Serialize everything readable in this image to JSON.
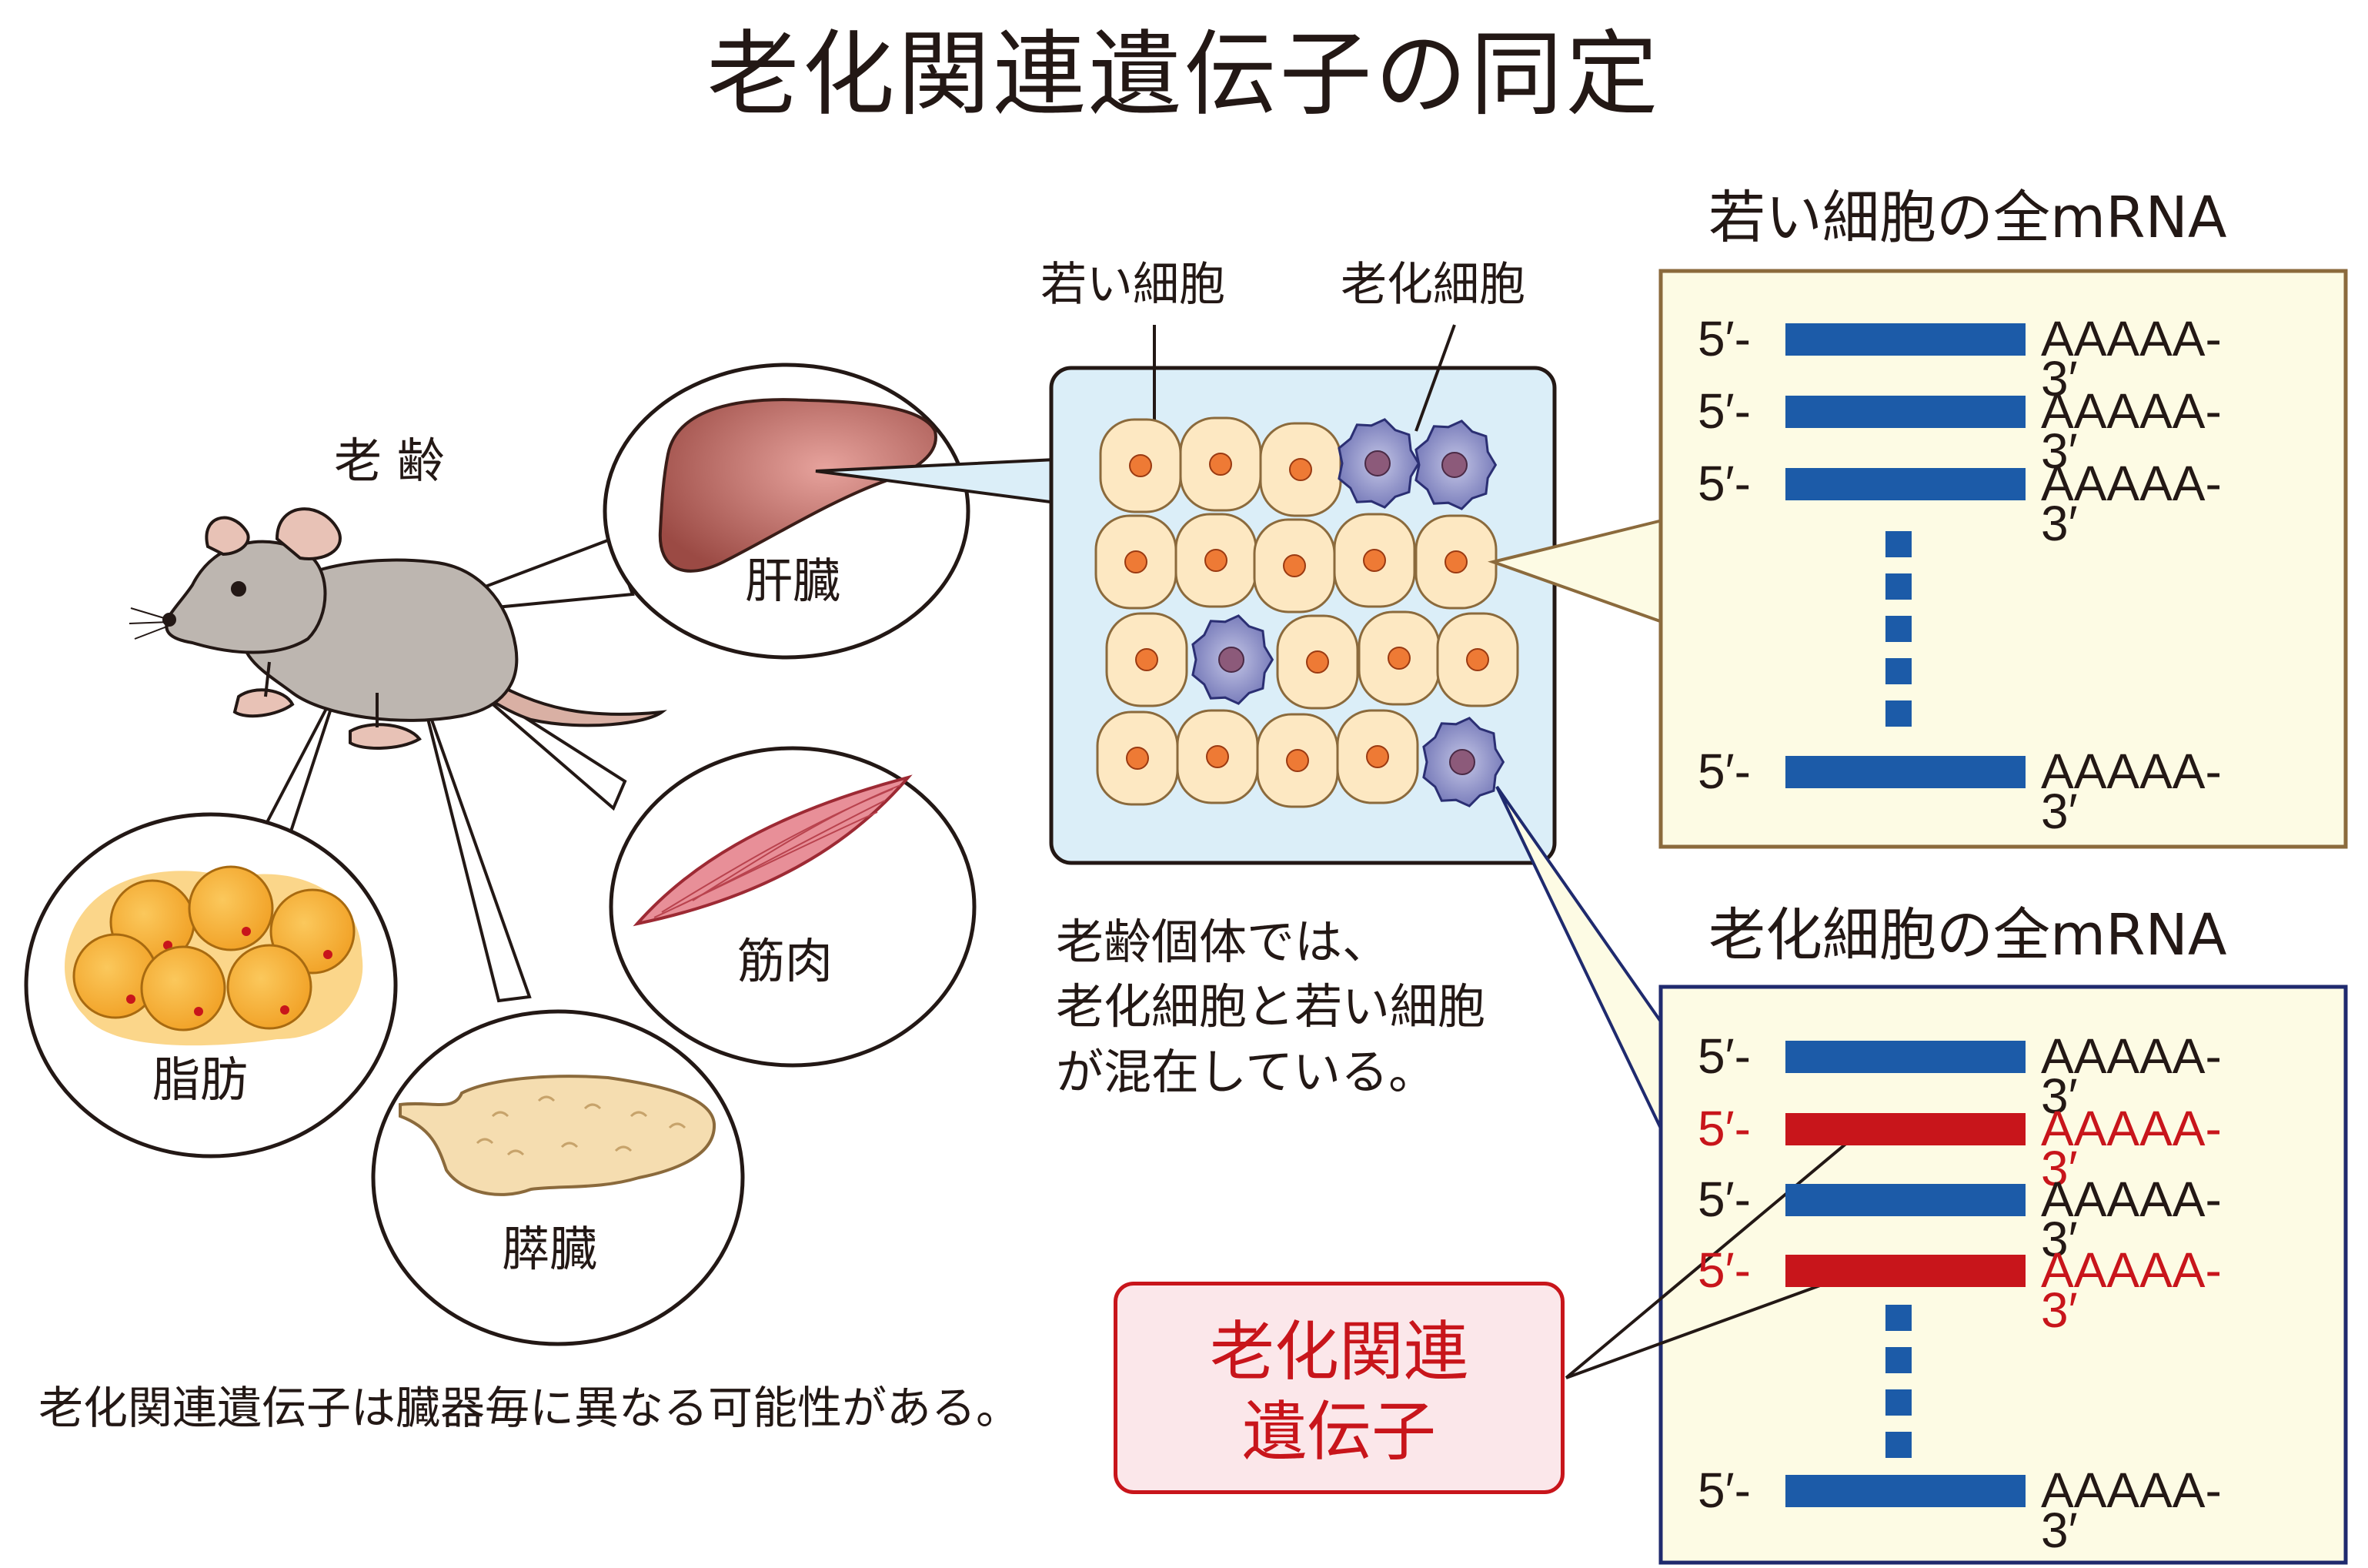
{
  "title": "老化関連遺伝子の同定",
  "mouse_label": "老 齢",
  "organs": {
    "liver": "肝臓",
    "muscle": "筋肉",
    "fat": "脂肪",
    "pancreas": "膵臓"
  },
  "cell_panel": {
    "young_label": "若い細胞",
    "old_label": "老化細胞"
  },
  "note_lines": [
    "老齢個体では、",
    "老化細胞と若い細胞",
    "が混在している。"
  ],
  "bottom_note": "老化関連遺伝子は臓器毎に異なる可能性がある。",
  "young_mrna": {
    "title": "若い細胞の全mRNA",
    "rows": [
      {
        "left": "5′-",
        "right": "AAAAA-3′"
      },
      {
        "left": "5′-",
        "right": "AAAAA-3′"
      },
      {
        "left": "5′-",
        "right": "AAAAA-3′"
      },
      {
        "left": "5′-",
        "right": "AAAAA-3′"
      }
    ]
  },
  "old_mrna": {
    "title": "老化細胞の全mRNA",
    "rows": [
      {
        "left": "5′-",
        "right": "AAAAA-3′"
      },
      {
        "left": "5′-",
        "right": "AAAAA-3′"
      },
      {
        "left": "5′-",
        "right": "AAAAA-3′"
      },
      {
        "left": "5′-",
        "right": "AAAAA-3′"
      },
      {
        "left": "5′-",
        "right": "AAAAA-3′"
      }
    ]
  },
  "gene_box": {
    "line1": "老化関連",
    "line2": "遺伝子"
  },
  "colors": {
    "blue_bar": "#1c5ba8",
    "red_bar": "#c8151b",
    "young_box_border": "#8b6a3c",
    "old_box_border": "#1f2a6e",
    "box_fill": "#fdfbe4",
    "cell_panel_fill": "#dbeef8",
    "young_cell_fill": "#fde8c2",
    "young_nucleus": "#ee7a35",
    "old_cell_fill": "#8a8ec7"
  }
}
